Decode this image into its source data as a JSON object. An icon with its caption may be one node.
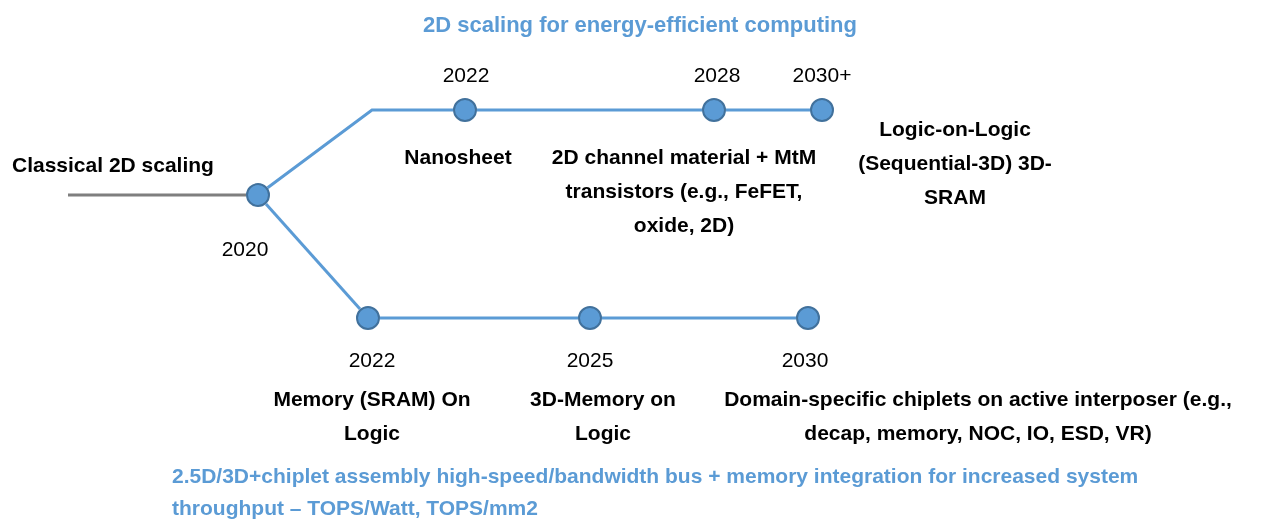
{
  "diagram": {
    "nodes": [
      {
        "text": [],
        "shape": "circle",
        "beside": [
          "2020"
        ]
      },
      {
        "text": [],
        "shape": "circle",
        "beside": [
          "2022",
          "Nanosheet"
        ]
      },
      {
        "text": [],
        "shape": "circle",
        "beside": [
          "2028",
          "2D channel material + MtM transistors (e.g., FeFET, oxide, 2D)"
        ]
      },
      {
        "text": [],
        "shape": "circle",
        "beside": [
          "2030+",
          "Logic-on-Logic (Sequential-3D) 3D-SRAM"
        ]
      },
      {
        "text": [],
        "shape": "circle",
        "beside": [
          "2022",
          "Memory (SRAM) On Logic"
        ]
      },
      {
        "text": [],
        "shape": "circle",
        "beside": [
          "2025",
          "3D-Memory on Logic"
        ]
      },
      {
        "text": [],
        "shape": "circle",
        "beside": [
          "2030",
          "Domain-specific chiplets on active interposer (e.g., decap, memory, NOC, IO, ESD, VR)"
        ]
      }
    ],
    "edges": [
      {
        "from": null,
        "to": 0,
        "arrow": "none",
        "color": "#7f7f7f"
      },
      {
        "from": 0,
        "to": 1,
        "arrow": "none"
      },
      {
        "from": 1,
        "to": 2,
        "arrow": "none"
      },
      {
        "from": 2,
        "to": 3,
        "arrow": "none"
      },
      {
        "from": 0,
        "to": 4,
        "arrow": "none"
      },
      {
        "from": 4,
        "to": 5,
        "arrow": "none"
      },
      {
        "from": 5,
        "to": 6,
        "arrow": "none"
      }
    ],
    "labels": [
      "2D scaling for energy-efficient computing",
      "Classical 2D scaling",
      "2.5D/3D+chiplet assembly high-speed/bandwidth bus + memory integration for increased system throughput – TOPS/Watt, TOPS/mm2"
    ]
  }
}
